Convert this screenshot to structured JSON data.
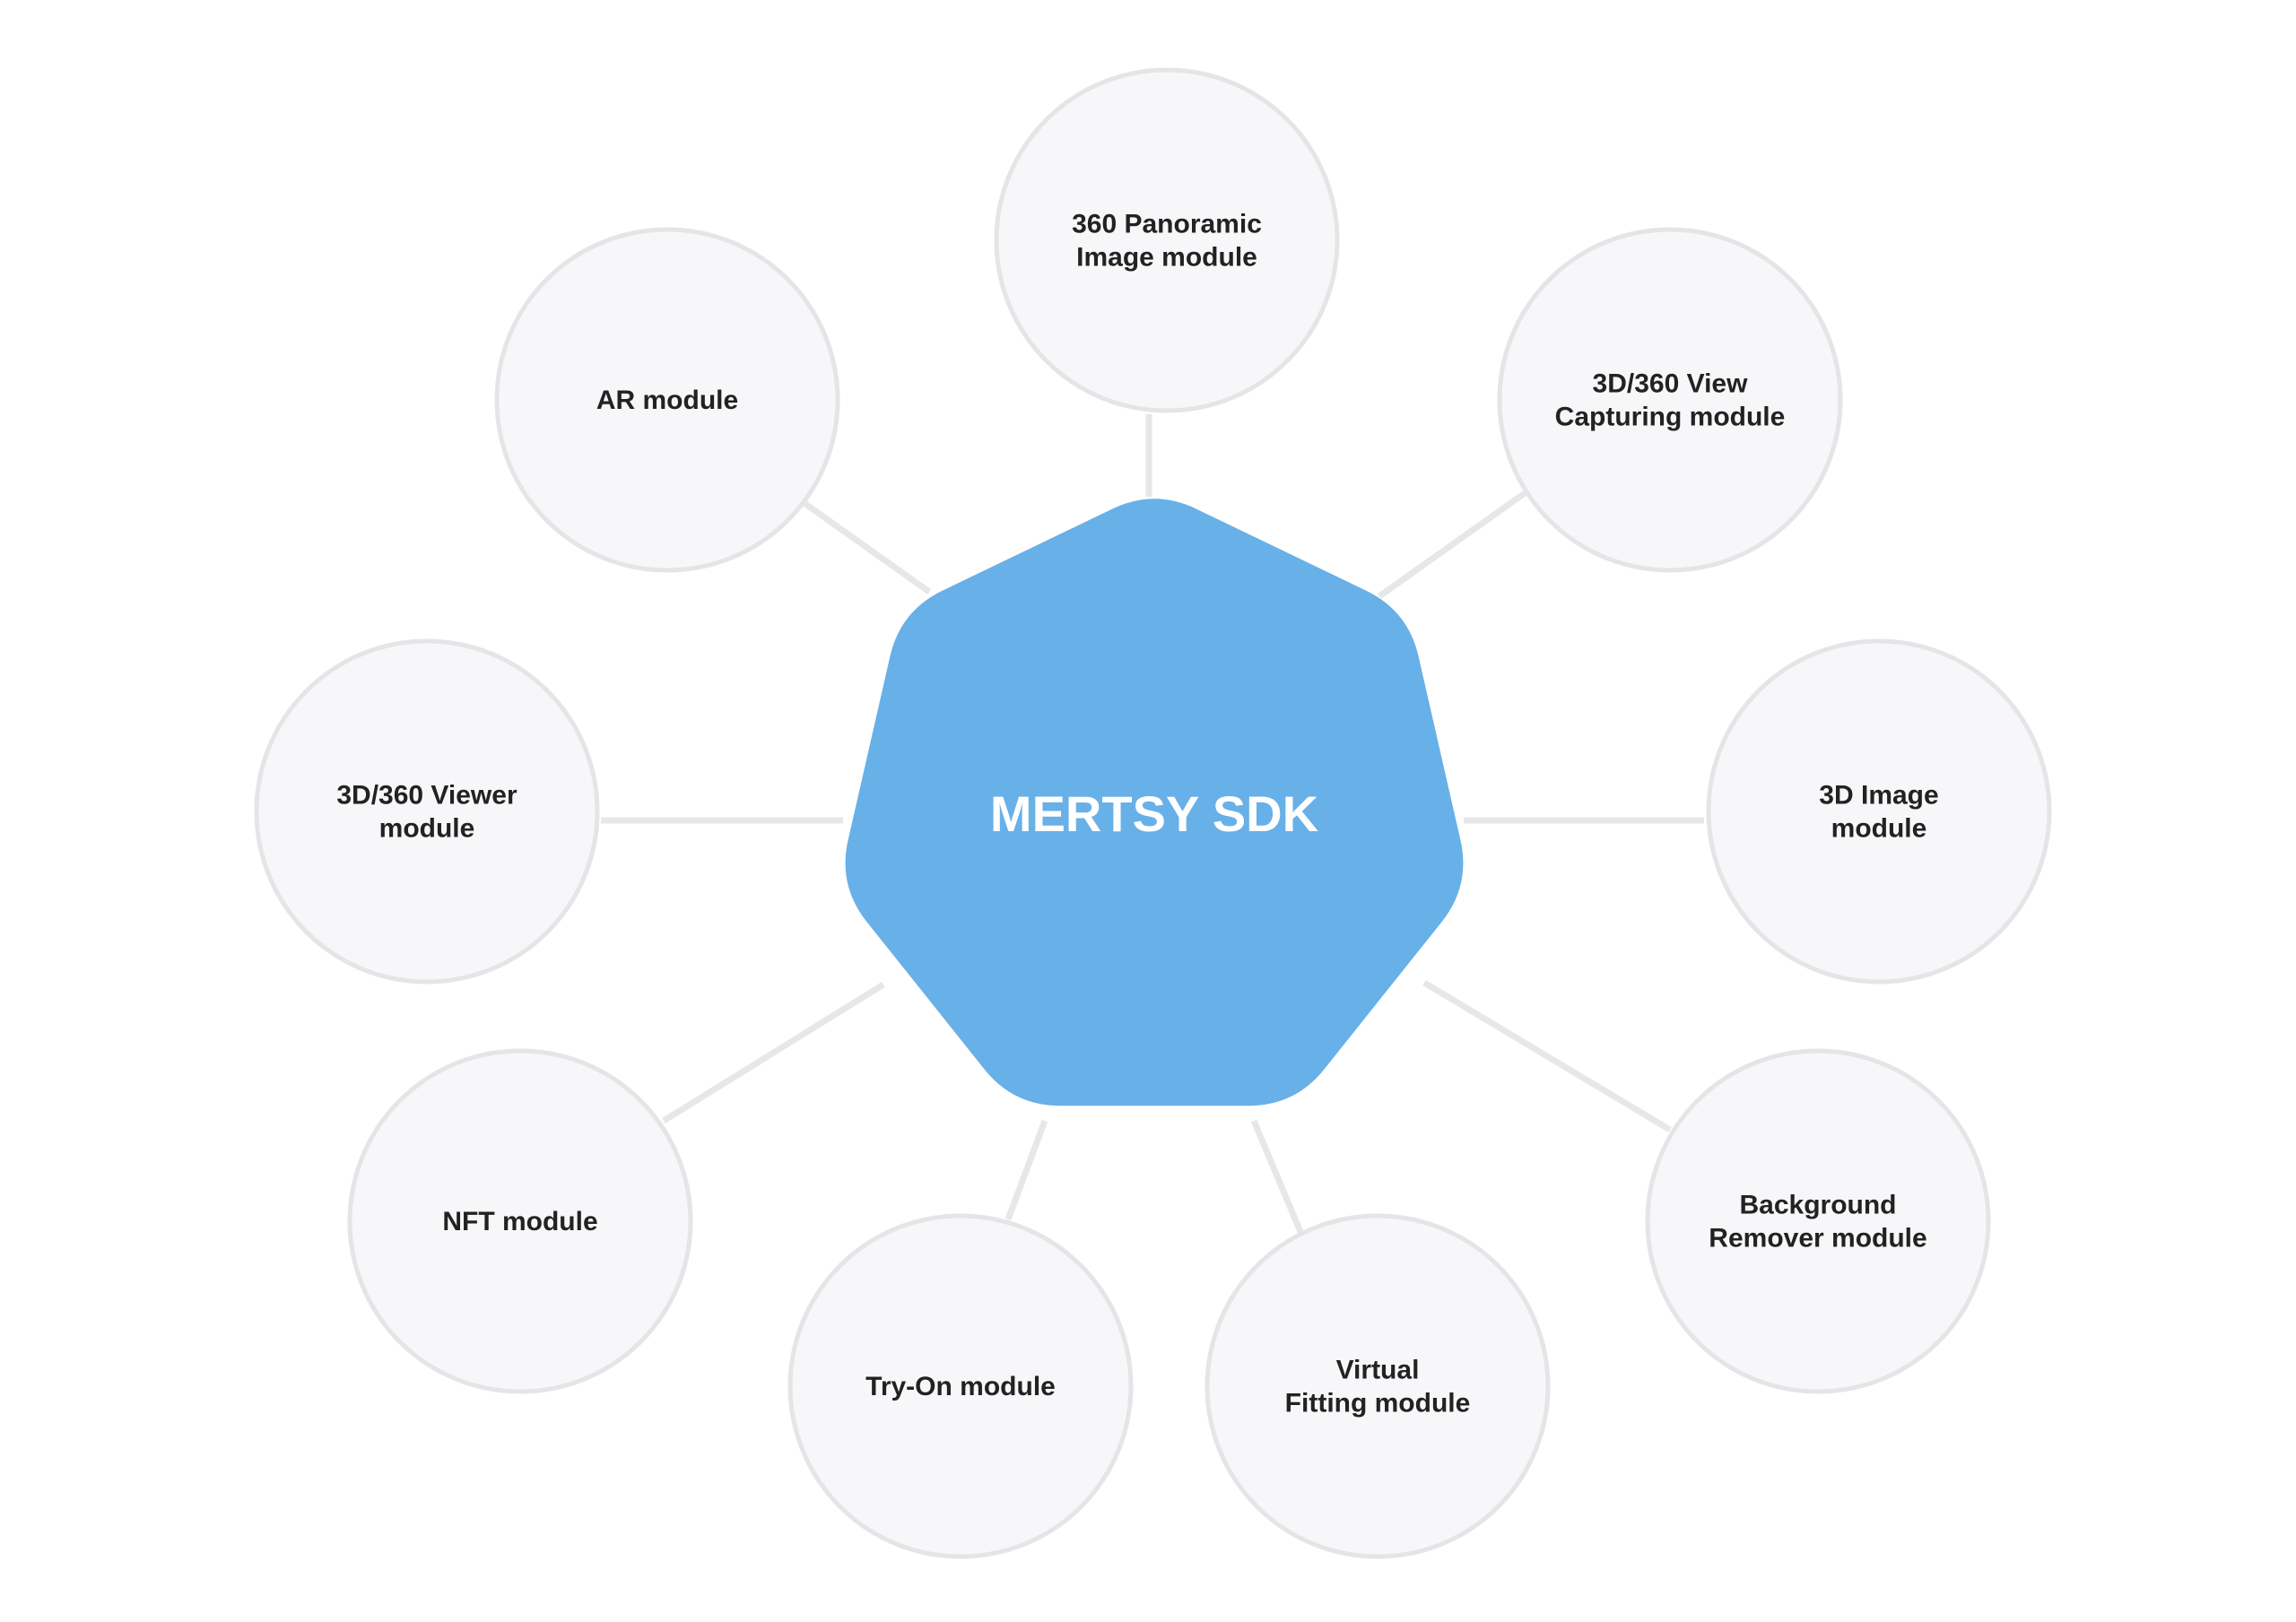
{
  "hub": {
    "label": "MERTSY SDK",
    "color": "#68b0e8"
  },
  "modules": [
    {
      "id": "panoramic",
      "lines": [
        "360 Panoramic",
        "Image module"
      ]
    },
    {
      "id": "capturing",
      "lines": [
        "3D/360 View",
        "Capturing module"
      ]
    },
    {
      "id": "image3d",
      "lines": [
        "3D Image",
        "module"
      ]
    },
    {
      "id": "background",
      "lines": [
        "Background",
        "Remover module"
      ]
    },
    {
      "id": "fitting",
      "lines": [
        "Virtual",
        "Fitting module"
      ]
    },
    {
      "id": "tryon",
      "lines": [
        "Try-On module"
      ]
    },
    {
      "id": "nft",
      "lines": [
        "NFT module"
      ]
    },
    {
      "id": "viewer",
      "lines": [
        "3D/360 Viewer",
        "module"
      ]
    },
    {
      "id": "ar",
      "lines": [
        "AR module"
      ]
    }
  ]
}
